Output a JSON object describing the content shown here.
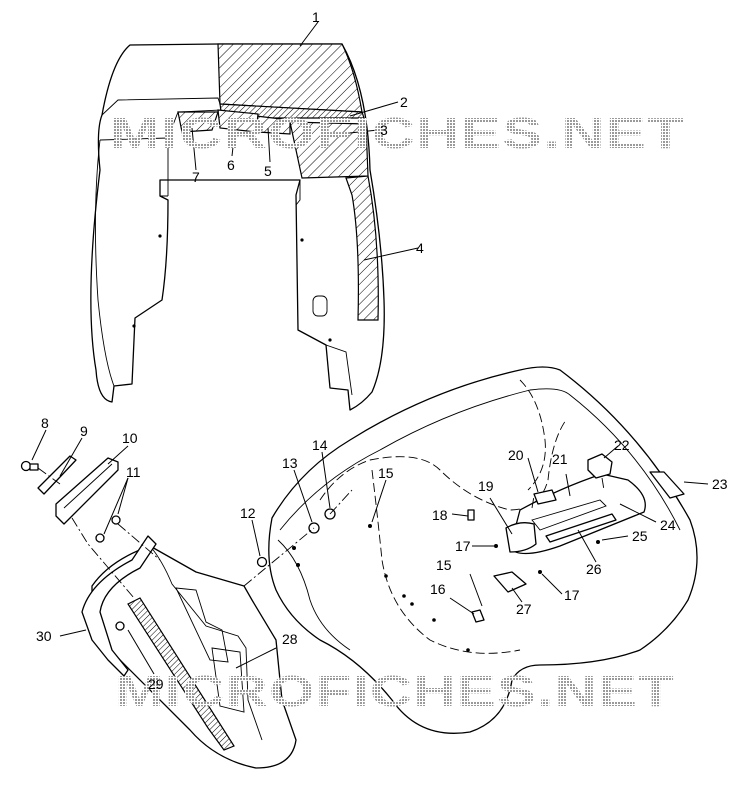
{
  "watermark": {
    "top": "MICROFICHES.NET",
    "bottom": "MICROFICHES.NET"
  },
  "callouts": [
    "1",
    "2",
    "3",
    "4",
    "5",
    "6",
    "7",
    "8",
    "9",
    "10",
    "11",
    "12",
    "13",
    "14",
    "15",
    "15",
    "16",
    "17",
    "17",
    "18",
    "19",
    "20",
    "21",
    "22",
    "23",
    "24",
    "25",
    "26",
    "27",
    "28",
    "29",
    "30"
  ]
}
